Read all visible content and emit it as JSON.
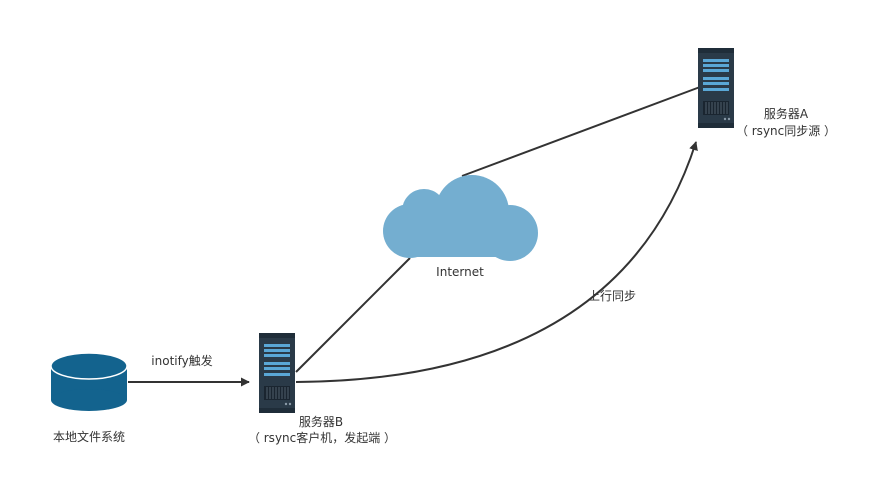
{
  "labels": {
    "local_fs": "本地文件系统",
    "trigger": "inotify触发",
    "server_b_name": "服务器B",
    "server_b_role": "（ rsync客户机，发起端 ）",
    "internet": "Internet",
    "sync": "上行同步",
    "server_a_name": "服务器A",
    "server_a_role": "（ rsync同步源 ）"
  },
  "colors": {
    "background": "#ffffff",
    "disk": "#13638e",
    "cloud": "#74aed0",
    "server_body": "#2a3a48",
    "server_bar": "#5aa7d6",
    "line": "#333333",
    "text": "#333333"
  },
  "icons": [
    "database-icon",
    "server-icon",
    "cloud-icon",
    "server-icon"
  ]
}
